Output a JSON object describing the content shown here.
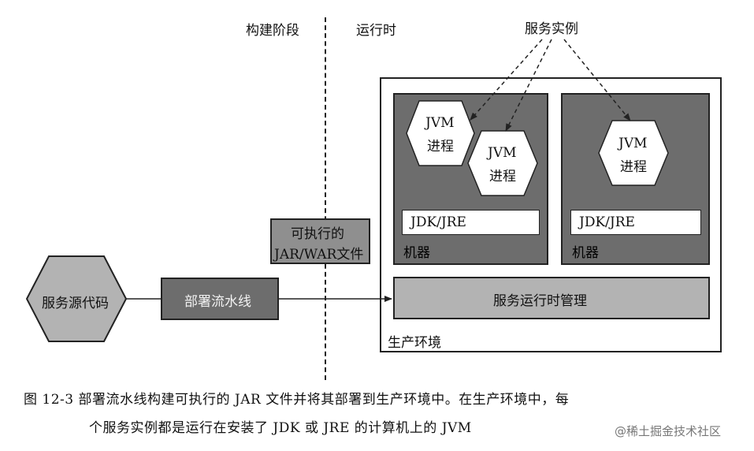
{
  "phases": {
    "build": "构建阶段",
    "runtime": "运行时"
  },
  "service_instances_label": "服务实例",
  "source_code": "服务源代码",
  "pipeline": "部署流水线",
  "artifact": {
    "line1": "可执行的",
    "line2": "JAR/WAR文件"
  },
  "jvm": [
    {
      "line1": "JVM",
      "line2": "进程"
    },
    {
      "line1": "JVM",
      "line2": "进程"
    },
    {
      "line1": "JVM",
      "line2": "进程"
    }
  ],
  "machines": [
    {
      "jdk": "JDK/JRE",
      "label": "机器"
    },
    {
      "jdk": "JDK/JRE",
      "label": "机器"
    }
  ],
  "runtime_mgmt": "服务运行时管理",
  "production_env": "生产环境",
  "caption": {
    "line1": "图 12-3   部署流水线构建可执行的 JAR 文件并将其部署到生产环境中。在生产环境中，每",
    "line2": "个服务实例都是运行在安装了 JDK 或 JRE 的计算机上的 JVM"
  },
  "watermark": "@稀土掘金技术社区",
  "colors": {
    "dark_box": "#6d6d6d",
    "medium_box": "#8f8f8f",
    "light_box": "#b3b3b3",
    "outline": "#222222"
  }
}
